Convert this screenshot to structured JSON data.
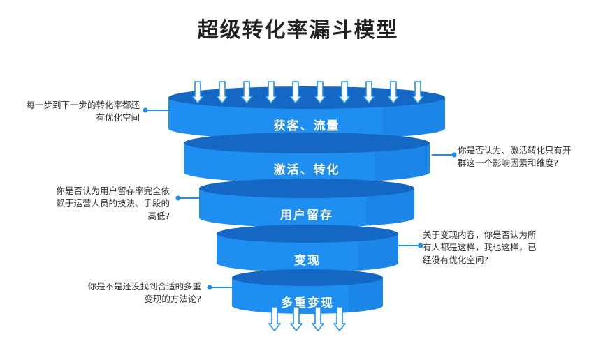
{
  "title": "超级转化率漏斗模型",
  "colors": {
    "top": "#1467c2",
    "body": "#1f8ef1",
    "body_dark": "#1677d6",
    "text": "#ffffff",
    "arrow": "#1f8ef1",
    "dot": "#1f8ef1"
  },
  "stages": [
    {
      "label": "获客、流量"
    },
    {
      "label": "激活、转化"
    },
    {
      "label": "用户留存"
    },
    {
      "label": "变现"
    },
    {
      "label": "多重变现"
    }
  ],
  "notes": [
    {
      "lines": [
        "每一步到下一步的转化率都还",
        "有优化空间"
      ]
    },
    {
      "lines": [
        "你是否认为、激活转化只有开",
        "群这一个影响因素和维度?"
      ]
    },
    {
      "lines": [
        "你是否认为用户留存率完全依",
        "赖于运营人员的技法、手段的",
        "高低?"
      ]
    },
    {
      "lines": [
        "关于变现内容，你是否认为所",
        "有人都是这样，我也这样，已",
        "经没有优化空间?"
      ]
    },
    {
      "lines": [
        "你是不是还没找到合适的多重",
        "变现的方法论?"
      ]
    }
  ]
}
